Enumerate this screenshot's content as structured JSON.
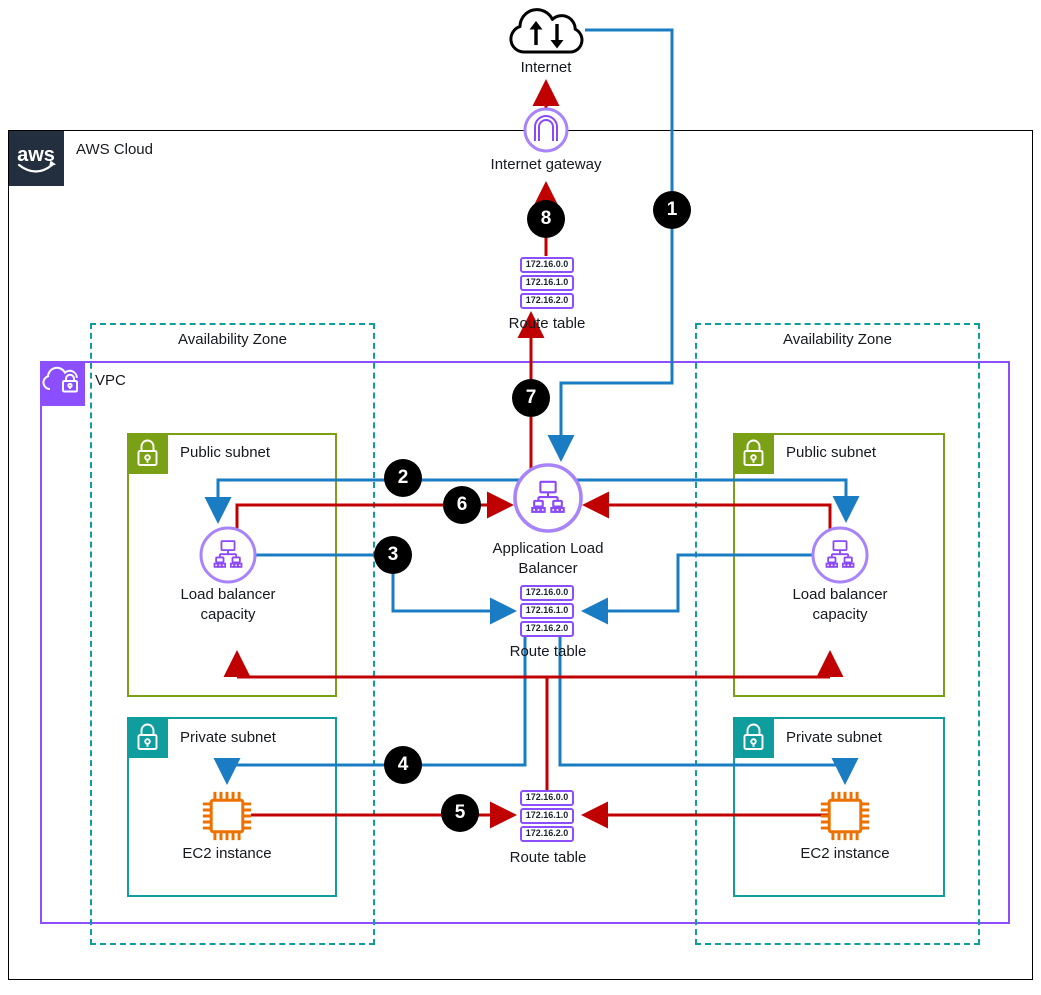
{
  "diagram": {
    "internet": {
      "label": "Internet"
    },
    "internet_gateway": {
      "label": "Internet gateway"
    },
    "aws_cloud": {
      "label": "AWS Cloud",
      "logo_text": "aws"
    },
    "vpc": {
      "label": "VPC"
    },
    "availability_zone_left": {
      "label": "Availability Zone"
    },
    "availability_zone_right": {
      "label": "Availability Zone"
    },
    "public_subnet_left": {
      "label": "Public subnet"
    },
    "public_subnet_right": {
      "label": "Public subnet"
    },
    "private_subnet_left": {
      "label": "Private subnet"
    },
    "private_subnet_right": {
      "label": "Private subnet"
    },
    "alb": {
      "label_line1": "Application Load",
      "label_line2": "Balancer"
    },
    "lb_capacity_left": {
      "label_line1": "Load balancer",
      "label_line2": "capacity"
    },
    "lb_capacity_right": {
      "label_line1": "Load balancer",
      "label_line2": "capacity"
    },
    "ec2_left": {
      "label": "EC2 instance"
    },
    "ec2_right": {
      "label": "EC2 instance"
    },
    "route_table_top": {
      "label": "Route table",
      "entries": [
        "172.16.0.0",
        "172.16.1.0",
        "172.16.2.0"
      ]
    },
    "route_table_middle": {
      "label": "Route table",
      "entries": [
        "172.16.0.0",
        "172.16.1.0",
        "172.16.2.0"
      ]
    },
    "route_table_bottom": {
      "label": "Route table",
      "entries": [
        "172.16.0.0",
        "172.16.1.0",
        "172.16.2.0"
      ]
    },
    "badges": {
      "1": "1",
      "2": "2",
      "3": "3",
      "4": "4",
      "5": "5",
      "6": "6",
      "7": "7",
      "8": "8"
    },
    "colors": {
      "request_flow_blue": "#1A7CC2",
      "response_flow_red": "#C00000",
      "vpc_purple": "#8C4FFF",
      "icon_purple_light": "#A884FA",
      "subnet_green": "#7AA116",
      "subnet_teal": "#0F9D9D",
      "ec2_orange": "#ED7100",
      "aws_navy": "#232F3E"
    }
  }
}
